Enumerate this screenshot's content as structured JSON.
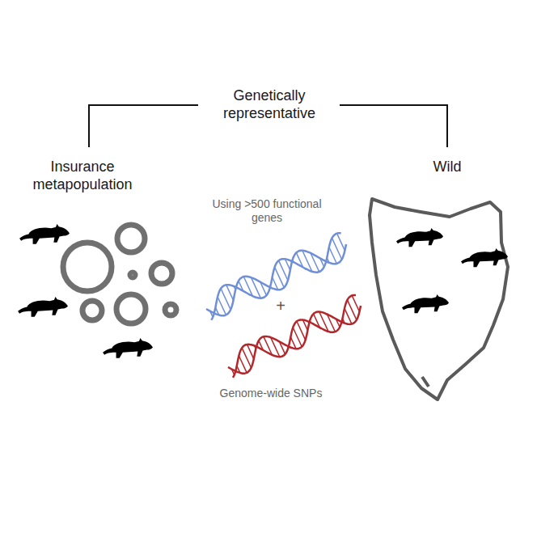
{
  "diagram": {
    "labels": [
      "Genetically representative",
      "Insurance metapopulation",
      "Wild",
      "Using >500 functional genes",
      "+",
      "Genome-wide SNPs"
    ]
  }
}
